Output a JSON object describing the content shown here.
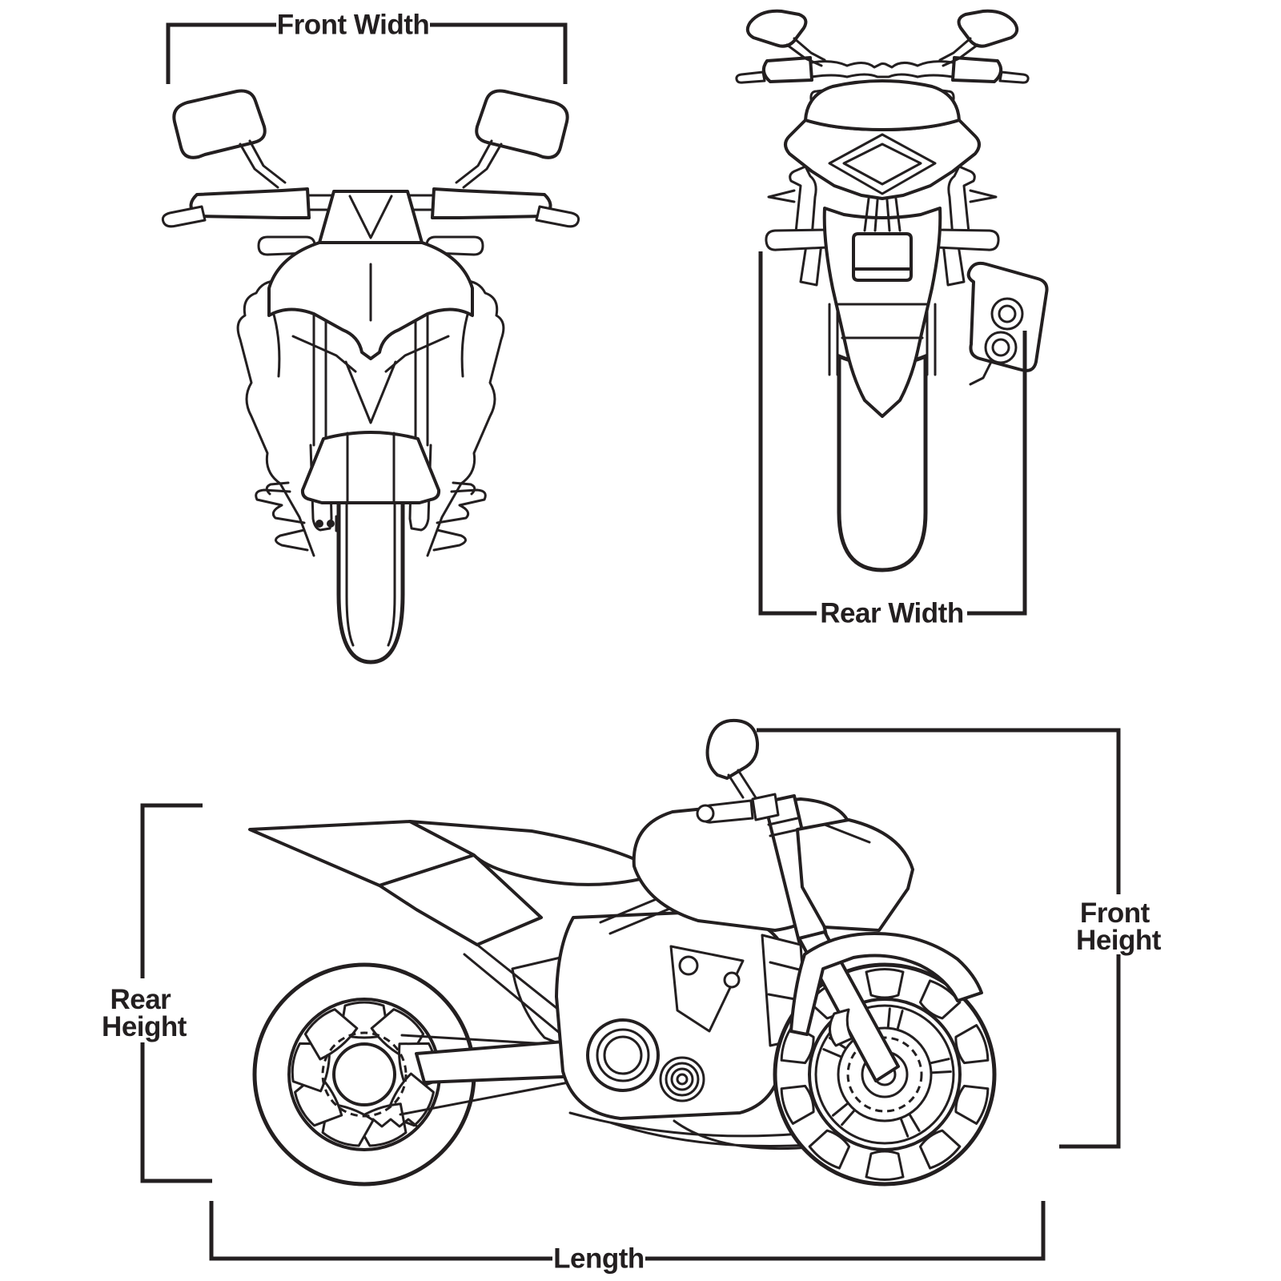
{
  "diagram": {
    "title": "Motorcycle dimension diagram",
    "line_color": "#231f20",
    "background_color": "#ffffff",
    "views": [
      {
        "id": "front",
        "name": "Motorcycle front view"
      },
      {
        "id": "rear",
        "name": "Motorcycle rear view"
      },
      {
        "id": "side",
        "name": "Motorcycle side view"
      }
    ],
    "labels": {
      "front_width": "Front Width",
      "rear_width": "Rear Width",
      "length": "Length",
      "rear_height": {
        "line1": "Rear",
        "line2": "Height"
      },
      "front_height": {
        "line1": "Front",
        "line2": "Height"
      }
    }
  }
}
